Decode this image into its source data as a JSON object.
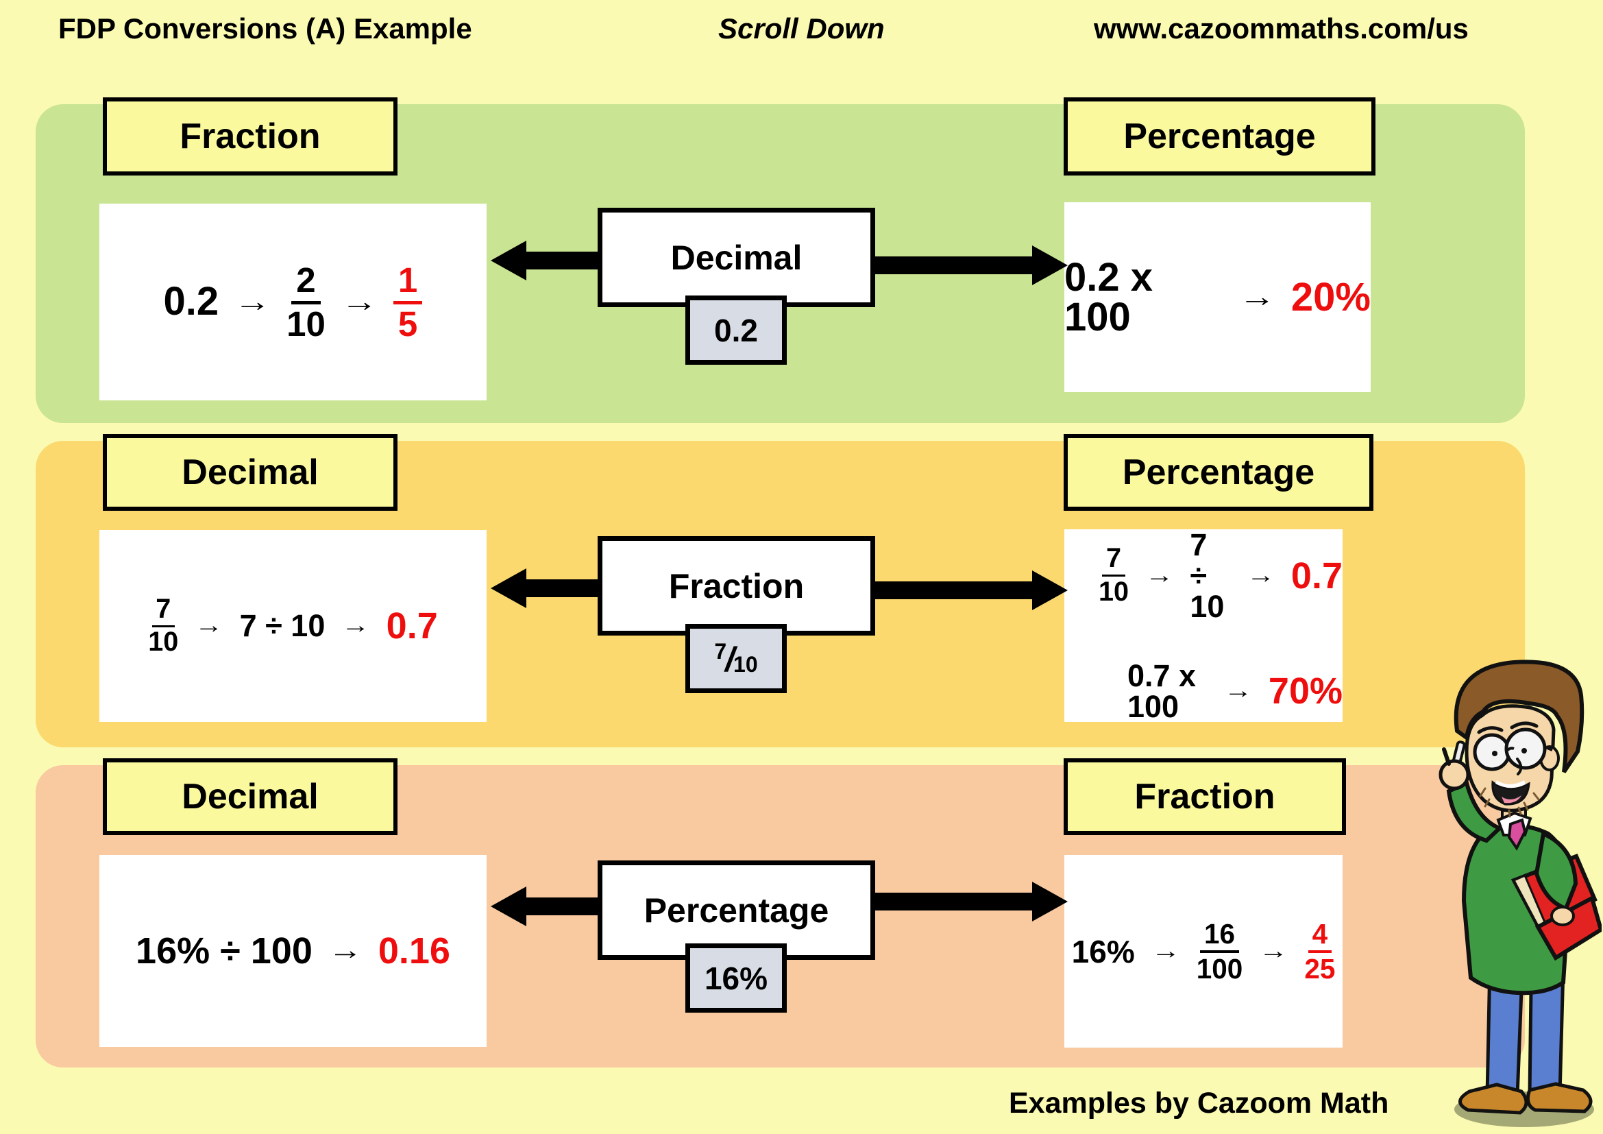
{
  "header": {
    "title": "FDP Conversions (A) Example",
    "scroll_note": "Scroll Down",
    "website": "www.cazoommaths.com/us"
  },
  "footer": {
    "credit": "Examples by Cazoom Math"
  },
  "colors": {
    "page_bg": "#fafab2",
    "panel_green": "#c9e492",
    "panel_gold": "#fcd96e",
    "panel_peach": "#f9c9a0",
    "label_yellow": "#fbf99e",
    "chip_gray": "#d7dce5",
    "result_red": "#ee0e0e",
    "arrow_black": "#000000"
  },
  "panels": [
    {
      "left_label": "Fraction",
      "center_label": "Decimal",
      "right_label": "Percentage",
      "center_value_tokens": [
        {
          "t": "text",
          "v": "0.2"
        }
      ],
      "left_tokens": [
        {
          "t": "text",
          "v": "0.2"
        },
        {
          "t": "arrow"
        },
        {
          "t": "frac",
          "num": "2",
          "den": "10"
        },
        {
          "t": "arrow"
        },
        {
          "t": "frac",
          "num": "1",
          "den": "5",
          "red": true
        }
      ],
      "right_lines": [
        [
          {
            "t": "text",
            "v": "0.2 x 100"
          },
          {
            "t": "arrow"
          },
          {
            "t": "text",
            "v": "20%",
            "red": true
          }
        ]
      ]
    },
    {
      "left_label": "Decimal",
      "center_label": "Fraction",
      "right_label": "Percentage",
      "center_value_tokens": [
        {
          "t": "sfrac",
          "num": "7",
          "den": "10"
        }
      ],
      "left_tokens": [
        {
          "t": "frac",
          "num": "7",
          "den": "10"
        },
        {
          "t": "arrow"
        },
        {
          "t": "text",
          "v": "7 ÷ 10"
        },
        {
          "t": "arrow"
        },
        {
          "t": "text",
          "v": "0.7",
          "red": true,
          "big": true
        }
      ],
      "right_lines": [
        [
          {
            "t": "frac",
            "num": "7",
            "den": "10"
          },
          {
            "t": "arrow"
          },
          {
            "t": "text",
            "v": "7 ÷ 10"
          },
          {
            "t": "arrow"
          },
          {
            "t": "text",
            "v": "0.7",
            "red": true,
            "big": true
          }
        ],
        [
          {
            "t": "text",
            "v": "0.7 x 100"
          },
          {
            "t": "arrow"
          },
          {
            "t": "text",
            "v": "70%",
            "red": true,
            "big": true
          }
        ]
      ]
    },
    {
      "left_label": "Decimal",
      "center_label": "Percentage",
      "right_label": "Fraction",
      "center_value_tokens": [
        {
          "t": "text",
          "v": "16%"
        }
      ],
      "left_tokens": [
        {
          "t": "text",
          "v": "16% ÷ 100"
        },
        {
          "t": "arrow"
        },
        {
          "t": "text",
          "v": "0.16",
          "red": true
        }
      ],
      "right_lines": [
        [
          {
            "t": "text",
            "v": "16%"
          },
          {
            "t": "arrow"
          },
          {
            "t": "frac",
            "num": "16",
            "den": "100"
          },
          {
            "t": "arrow"
          },
          {
            "t": "frac",
            "num": "4",
            "den": "25",
            "red": true
          }
        ]
      ]
    }
  ]
}
